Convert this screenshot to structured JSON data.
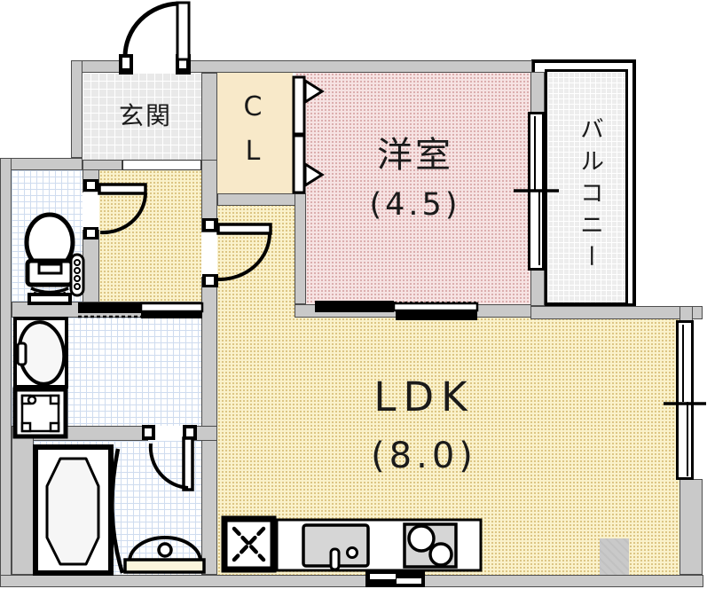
{
  "plan": {
    "title": "apartment-floor-plan",
    "rooms": {
      "genkan": {
        "label": "玄関"
      },
      "closet": {
        "label": "C\nL"
      },
      "western_room": {
        "label": "洋室",
        "size": "(4.5)"
      },
      "balcony": {
        "label": "バルコニー"
      },
      "ldk": {
        "label": "LDK",
        "size": "(8.0)"
      }
    },
    "fixtures": [
      "entrance-door",
      "toilet",
      "toilet-door",
      "vanity-basin",
      "washing-machine-pan",
      "sliding-door-washroom",
      "bathtub",
      "bathroom-door",
      "shower-curtain-line",
      "bath-counter-basin",
      "closet-bifold-door",
      "sliding-door-western-ldk",
      "window-western-balcony",
      "window-ldk",
      "refrigerator-space",
      "kitchen-counter",
      "kitchen-sink",
      "gas-stove",
      "kitchen-vent-window",
      "pillar"
    ],
    "colors": {
      "wall": "#c9c9c9",
      "outline": "#111111",
      "ldk_floor": "#faf2cb",
      "western_floor": "#f6e3e3",
      "closet_floor": "#f8e9c9",
      "wet_floor_grid": "#cfdcef",
      "genkan_floor": "#e9e9e9",
      "balcony_floor": "#ededed"
    }
  }
}
